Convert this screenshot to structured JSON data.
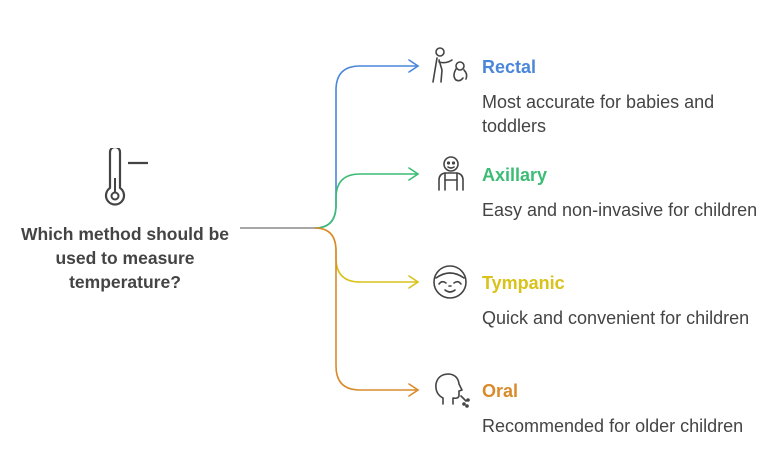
{
  "question": "Which method should be used to measure temperature?",
  "branches": [
    {
      "title": "Rectal",
      "description": "Most accurate for babies and toddlers",
      "color": "#4a86d9",
      "icon": "baby-crawling-icon"
    },
    {
      "title": "Axillary",
      "description": "Easy and non-invasive for children",
      "color": "#3cbc74",
      "icon": "child-figure-icon"
    },
    {
      "title": "Tympanic",
      "description": "Quick and convenient for children",
      "color": "#d9c21a",
      "icon": "face-ear-icon"
    },
    {
      "title": "Oral",
      "description": "Recommended for older children",
      "color": "#d98a2b",
      "icon": "head-profile-icon"
    }
  ]
}
